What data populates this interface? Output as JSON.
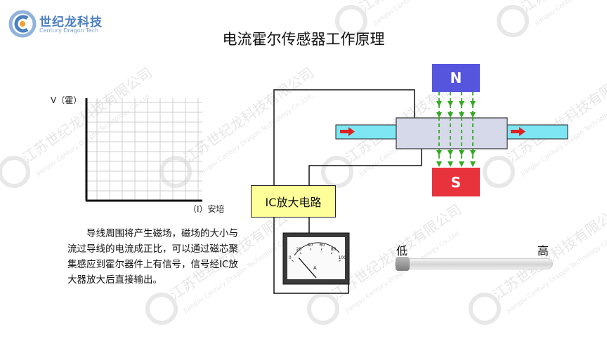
{
  "logo": {
    "name_cn": "世纪龙科技",
    "name_en": "Century Dragon Tech"
  },
  "title": "电流霍尔传感器工作原理",
  "graph": {
    "ylabel": "V（霍）",
    "xlabel": "（I）安培"
  },
  "description": "导线周围将产生磁场，磁场的大小与流过导线的电流成正比，可以通过磁芯聚集感应到霍尔器件上有信号，信号经IC放大器放大后直接输出。",
  "ic_label": "IC放大电路",
  "magnet": {
    "north": "N",
    "south": "S"
  },
  "meter": {
    "ticks": [
      "0",
      "20",
      "40",
      "60",
      "80",
      "100"
    ],
    "unit": "A",
    "needle_fraction": 0.12
  },
  "slider": {
    "low_label": "低",
    "high_label": "高",
    "value": 0
  },
  "watermark": {
    "text_cn": "江苏世纪龙科技有限公司",
    "text_en": "Jiangsu Century Dragon Technology Co.,Ltd."
  },
  "colors": {
    "north": "#5555dd",
    "south": "#e8323c",
    "ic_box": "#ffff99",
    "conductor": "#7ee6f2",
    "flux": "#33aa22",
    "current_arrow": "#dd2222",
    "logo": "#4a7fc1"
  }
}
